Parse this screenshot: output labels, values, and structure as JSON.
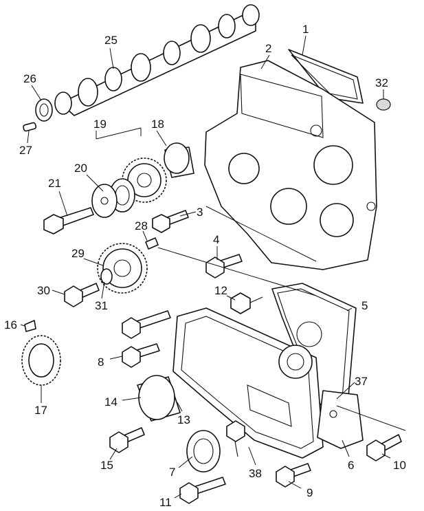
{
  "callouts": {
    "c1": "1",
    "c2": "2",
    "c3": "3",
    "c4": "4",
    "c5": "5",
    "c6": "6",
    "c7": "7",
    "c8": "8",
    "c9": "9",
    "c10": "10",
    "c11": "11",
    "c12": "12",
    "c13": "13",
    "c14": "14",
    "c15": "15",
    "c16": "16",
    "c17": "17",
    "c18": "18",
    "c19": "19",
    "c20": "20",
    "c21": "21",
    "c25": "25",
    "c26": "26",
    "c27": "27",
    "c28": "28",
    "c29": "29",
    "c30": "30",
    "c31": "31",
    "c32": "32",
    "c37": "37",
    "c38": "38"
  }
}
